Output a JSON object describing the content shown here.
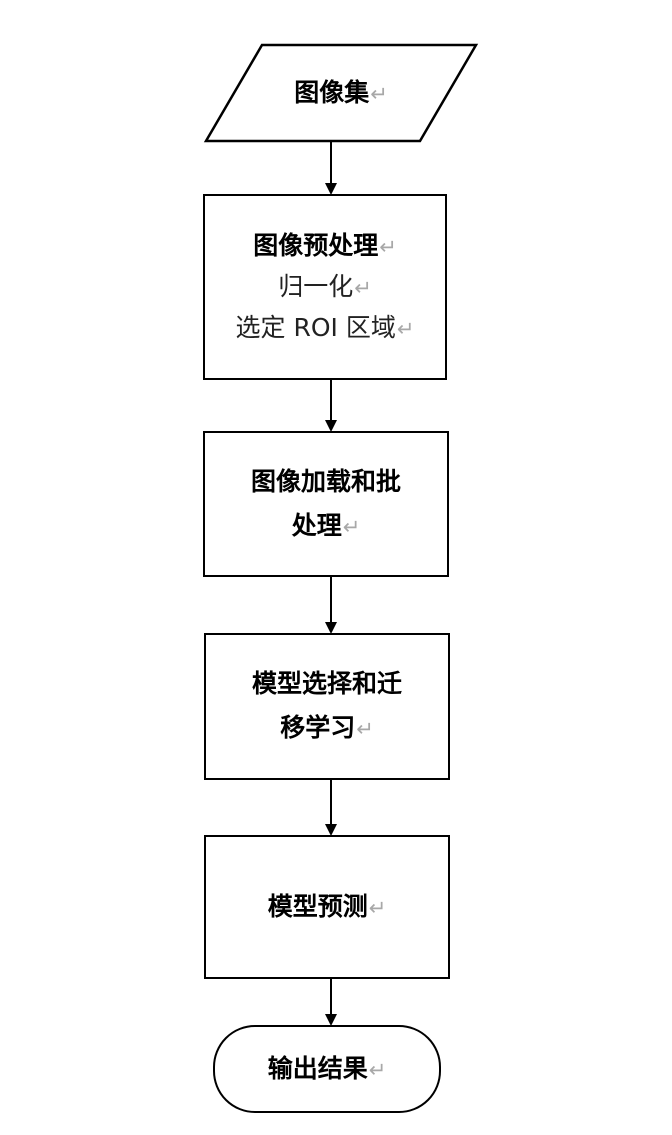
{
  "paragraph_mark": "↵",
  "nodes": {
    "image_set": {
      "label": "图像集",
      "shape": "parallelogram"
    },
    "preprocessing": {
      "title": "图像预处理",
      "items": [
        "归一化",
        "选定 ROI 区域"
      ],
      "shape": "rectangle"
    },
    "loading": {
      "lines": [
        "图像加载和批",
        "处理"
      ],
      "shape": "rectangle"
    },
    "model_selection": {
      "lines": [
        "模型选择和迁",
        "移学习"
      ],
      "shape": "rectangle"
    },
    "prediction": {
      "label": "模型预测",
      "shape": "rectangle"
    },
    "output": {
      "label": "输出结果",
      "shape": "rounded-terminal"
    }
  },
  "edges": [
    {
      "from": "image_set",
      "to": "preprocessing"
    },
    {
      "from": "preprocessing",
      "to": "loading"
    },
    {
      "from": "loading",
      "to": "model_selection"
    },
    {
      "from": "model_selection",
      "to": "prediction"
    },
    {
      "from": "prediction",
      "to": "output"
    }
  ]
}
